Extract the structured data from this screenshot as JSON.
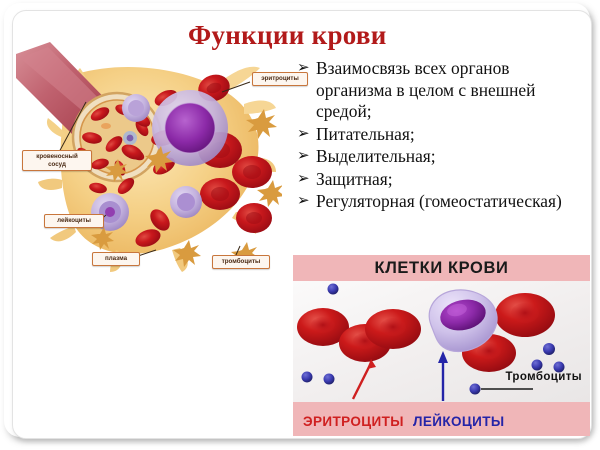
{
  "slide": {
    "title": "Функции крови",
    "bullet_glyph": "➢"
  },
  "bullets": [
    {
      "text": "Взаимосвязь всех органов организма в целом с внешней средой;"
    },
    {
      "text": "Питательная;"
    },
    {
      "text": "Выделительная;"
    },
    {
      "text": "Защитная;"
    },
    {
      "text": "Регуляторная (гомеостатическая)"
    }
  ],
  "illustration": {
    "callouts": {
      "vessel": "кровеносный\nсосуд",
      "leukocytes": "лейкоциты",
      "plasma": "плазма",
      "erythrocytes": "эритроциты",
      "thrombocytes": "тромбоциты"
    }
  },
  "cells_panel": {
    "title": "КЛЕТКИ КРОВИ",
    "labels": {
      "erythrocytes": "ЭРИТРОЦИТЫ",
      "leukocytes": "ЛЕЙКОЦИТЫ",
      "thrombocytes": "Тромбоциты"
    }
  },
  "colors": {
    "title_red": "#b21a1a",
    "band_pink": "#f0b6b8",
    "erythrocyte_red": "#cf2020",
    "leukocyte_blue": "#2424a8",
    "callout_border": "#c8763c",
    "rbc_fill": "#cc1a1a",
    "wbc_body": "#c9bde4",
    "wbc_nucleus": "#8c2aa8",
    "platelet": "#3a3ab0",
    "plasma_gold": "#f3c76a",
    "vessel_pink": "#c06a78"
  }
}
